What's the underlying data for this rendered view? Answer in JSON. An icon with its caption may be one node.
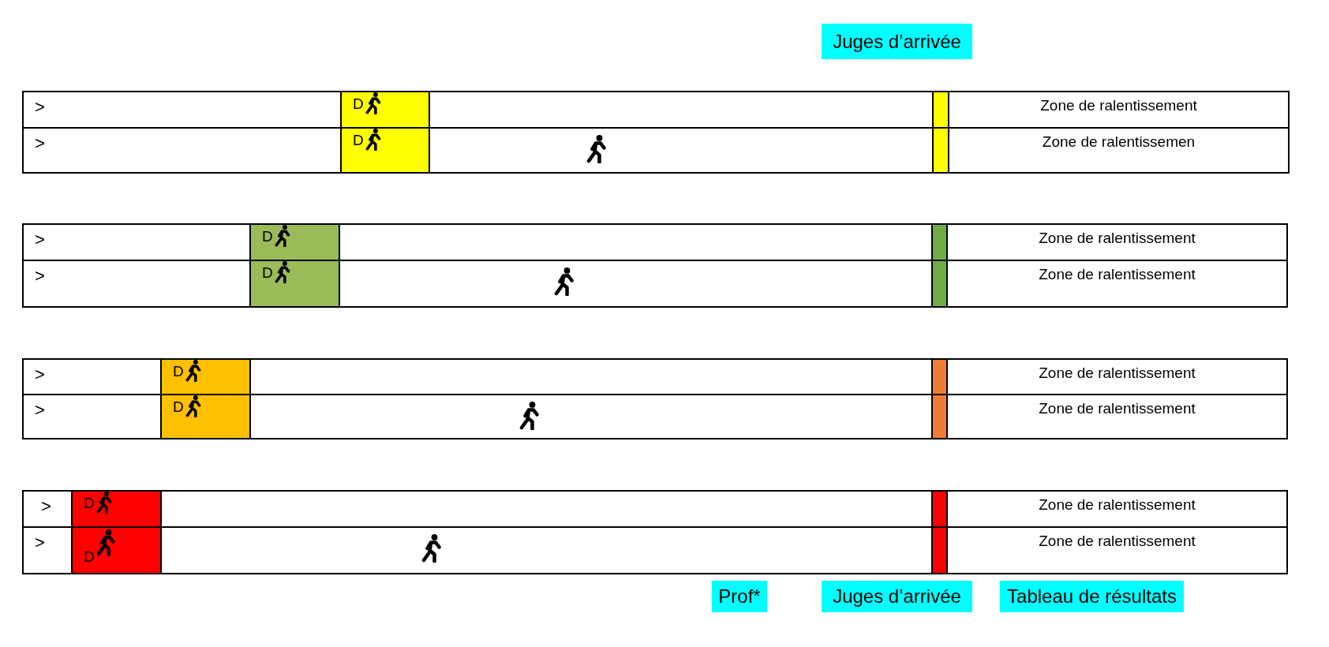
{
  "diagram": {
    "nodes": [
      {
        "text": [
          "Juges d’arrivée"
        ]
      },
      {
        "text": [],
        "shape": "box"
      },
      {
        "text": [
          ">"
        ],
        "in": 1
      },
      {
        "text": [
          "D"
        ],
        "in": 1
      },
      {
        "text": [],
        "shape": "bar",
        "in": 1
      },
      {
        "text": [
          "Zone de ralentissement"
        ],
        "in": 1
      },
      {
        "text": [
          ">"
        ],
        "in": 1
      },
      {
        "text": [
          "D"
        ],
        "in": 1
      },
      {
        "text": [],
        "shape": "bar",
        "in": 1
      },
      {
        "text": [
          "Zone de ralentissemen"
        ],
        "in": 1
      },
      {
        "text": [],
        "shape": "box"
      },
      {
        "text": [
          ">"
        ],
        "in": 10
      },
      {
        "text": [
          "D"
        ],
        "in": 10
      },
      {
        "text": [],
        "shape": "bar",
        "in": 10
      },
      {
        "text": [
          "Zone de ralentissement"
        ],
        "in": 10
      },
      {
        "text": [
          ">"
        ],
        "in": 10
      },
      {
        "text": [
          "D"
        ],
        "in": 10
      },
      {
        "text": [],
        "shape": "bar",
        "in": 10
      },
      {
        "text": [
          "Zone de ralentissement"
        ],
        "in": 10
      },
      {
        "text": [],
        "shape": "box"
      },
      {
        "text": [
          ">"
        ],
        "in": 19
      },
      {
        "text": [
          "D"
        ],
        "in": 19
      },
      {
        "text": [],
        "shape": "bar",
        "in": 19
      },
      {
        "text": [
          "Zone de ralentissement"
        ],
        "in": 19
      },
      {
        "text": [
          ">"
        ],
        "in": 19
      },
      {
        "text": [
          "D"
        ],
        "in": 19
      },
      {
        "text": [],
        "shape": "bar",
        "in": 19
      },
      {
        "text": [
          "Zone de ralentissement"
        ],
        "in": 19
      },
      {
        "text": [],
        "shape": "box"
      },
      {
        "text": [
          ">"
        ],
        "in": 28
      },
      {
        "text": [
          "D"
        ],
        "in": 28
      },
      {
        "text": [],
        "shape": "bar",
        "in": 28
      },
      {
        "text": [
          "Zone de ralentissement"
        ],
        "in": 28
      },
      {
        "text": [
          ">"
        ],
        "in": 28
      },
      {
        "text": [
          "D"
        ],
        "in": 28
      },
      {
        "text": [],
        "shape": "bar",
        "in": 28
      },
      {
        "text": [
          "Zone de ralentissement"
        ],
        "in": 28
      },
      {
        "text": [
          "Prof*"
        ]
      },
      {
        "text": [
          "Juges d’arrivée"
        ]
      },
      {
        "text": [
          "Tableau de résultats"
        ]
      }
    ]
  }
}
